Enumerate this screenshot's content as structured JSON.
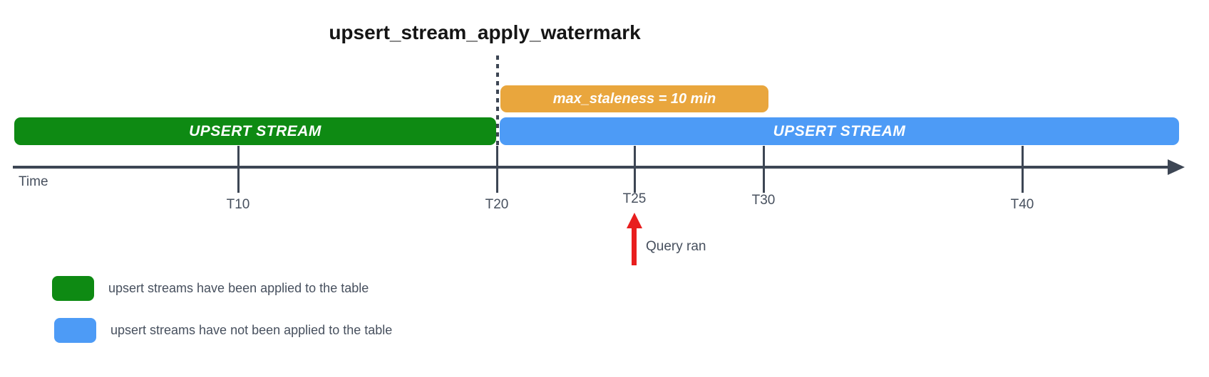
{
  "title": "upsert_stream_apply_watermark",
  "colors": {
    "background": "#FFFFFF",
    "green": "#0E8A13",
    "blue": "#4D9BF6",
    "orange": "#E9A63D",
    "red": "#E81E1E",
    "line": "#3D4654",
    "text": "#47505E",
    "title": "#151515",
    "bar_text": "#FFFFFF"
  },
  "timeline": {
    "axis_label": "Time",
    "ticks": [
      {
        "label": "T10"
      },
      {
        "label": "T20"
      },
      {
        "label": "T25"
      },
      {
        "label": "T30"
      },
      {
        "label": "T40"
      }
    ],
    "bars": {
      "applied": {
        "label": "UPSERT STREAM",
        "color": "#0E8A13"
      },
      "unapplied": {
        "label": "UPSERT STREAM",
        "color": "#4D9BF6"
      },
      "staleness": {
        "label": "max_staleness = 10 min",
        "color": "#E9A63D"
      }
    }
  },
  "annotations": {
    "query_ran": "Query ran"
  },
  "legend": {
    "items": [
      {
        "swatch": "green",
        "color": "#0E8A13",
        "text": "upsert streams have been applied to the table"
      },
      {
        "swatch": "blue",
        "color": "#4D9BF6",
        "text": "upsert streams have not been applied to the table"
      }
    ]
  }
}
